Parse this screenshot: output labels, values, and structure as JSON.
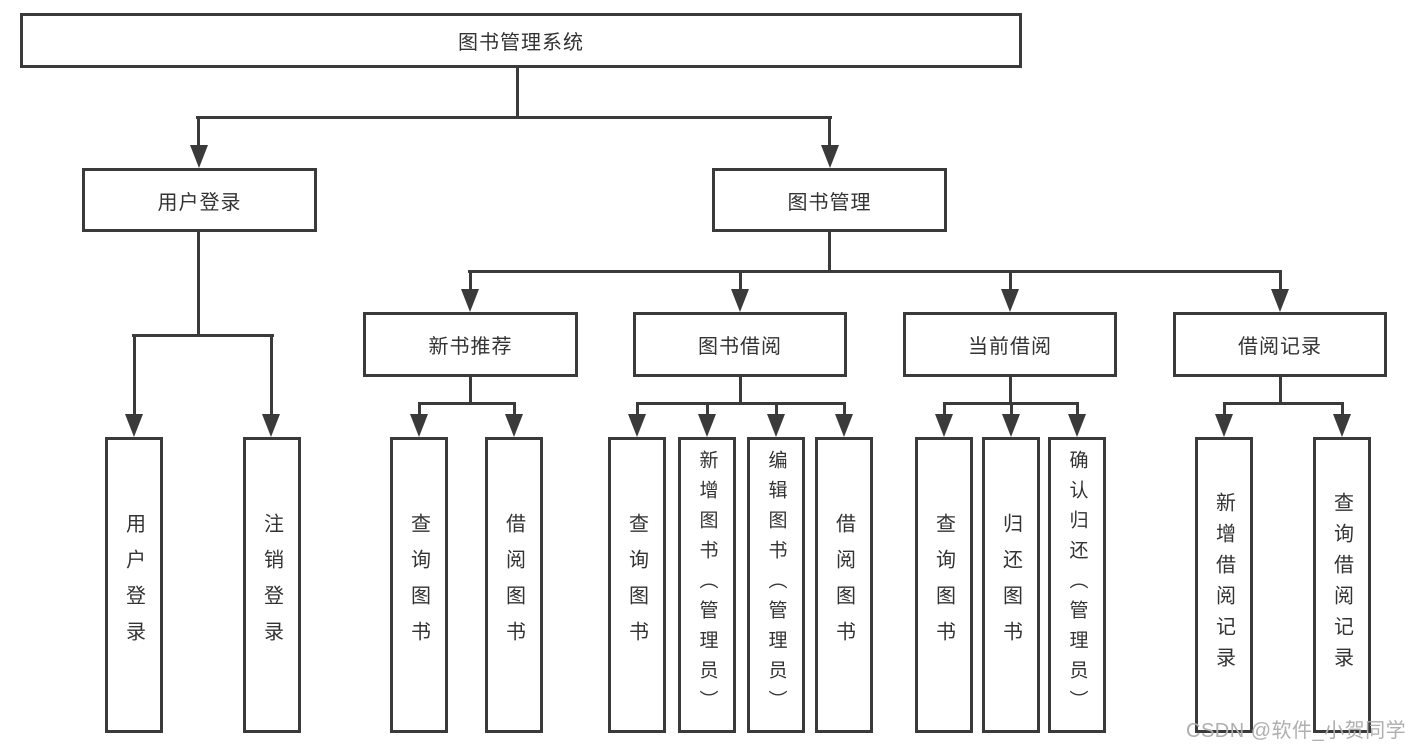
{
  "tree": {
    "root": "图书管理系统",
    "branches": [
      {
        "label": "用户登录",
        "leaves": [
          "用户登录",
          "注销登录"
        ]
      },
      {
        "label": "图书管理",
        "groups": [
          {
            "label": "新书推荐",
            "leaves": [
              "查询图书",
              "借阅图书"
            ]
          },
          {
            "label": "图书借阅",
            "leaves": [
              "查询图书",
              "新增图书（管理员）",
              "编辑图书（管理员）",
              "借阅图书"
            ]
          },
          {
            "label": "当前借阅",
            "leaves": [
              "查询图书",
              "归还图书",
              "确认归还（管理员）"
            ]
          },
          {
            "label": "借阅记录",
            "leaves": [
              "新增借阅记录",
              "查询借阅记录"
            ]
          }
        ]
      }
    ]
  },
  "watermark": "CSDN @软件_小贺同学",
  "colors": {
    "line": "#3a3a3a",
    "text": "#333333",
    "watermark": "#afafaf",
    "background": "#ffffff"
  }
}
